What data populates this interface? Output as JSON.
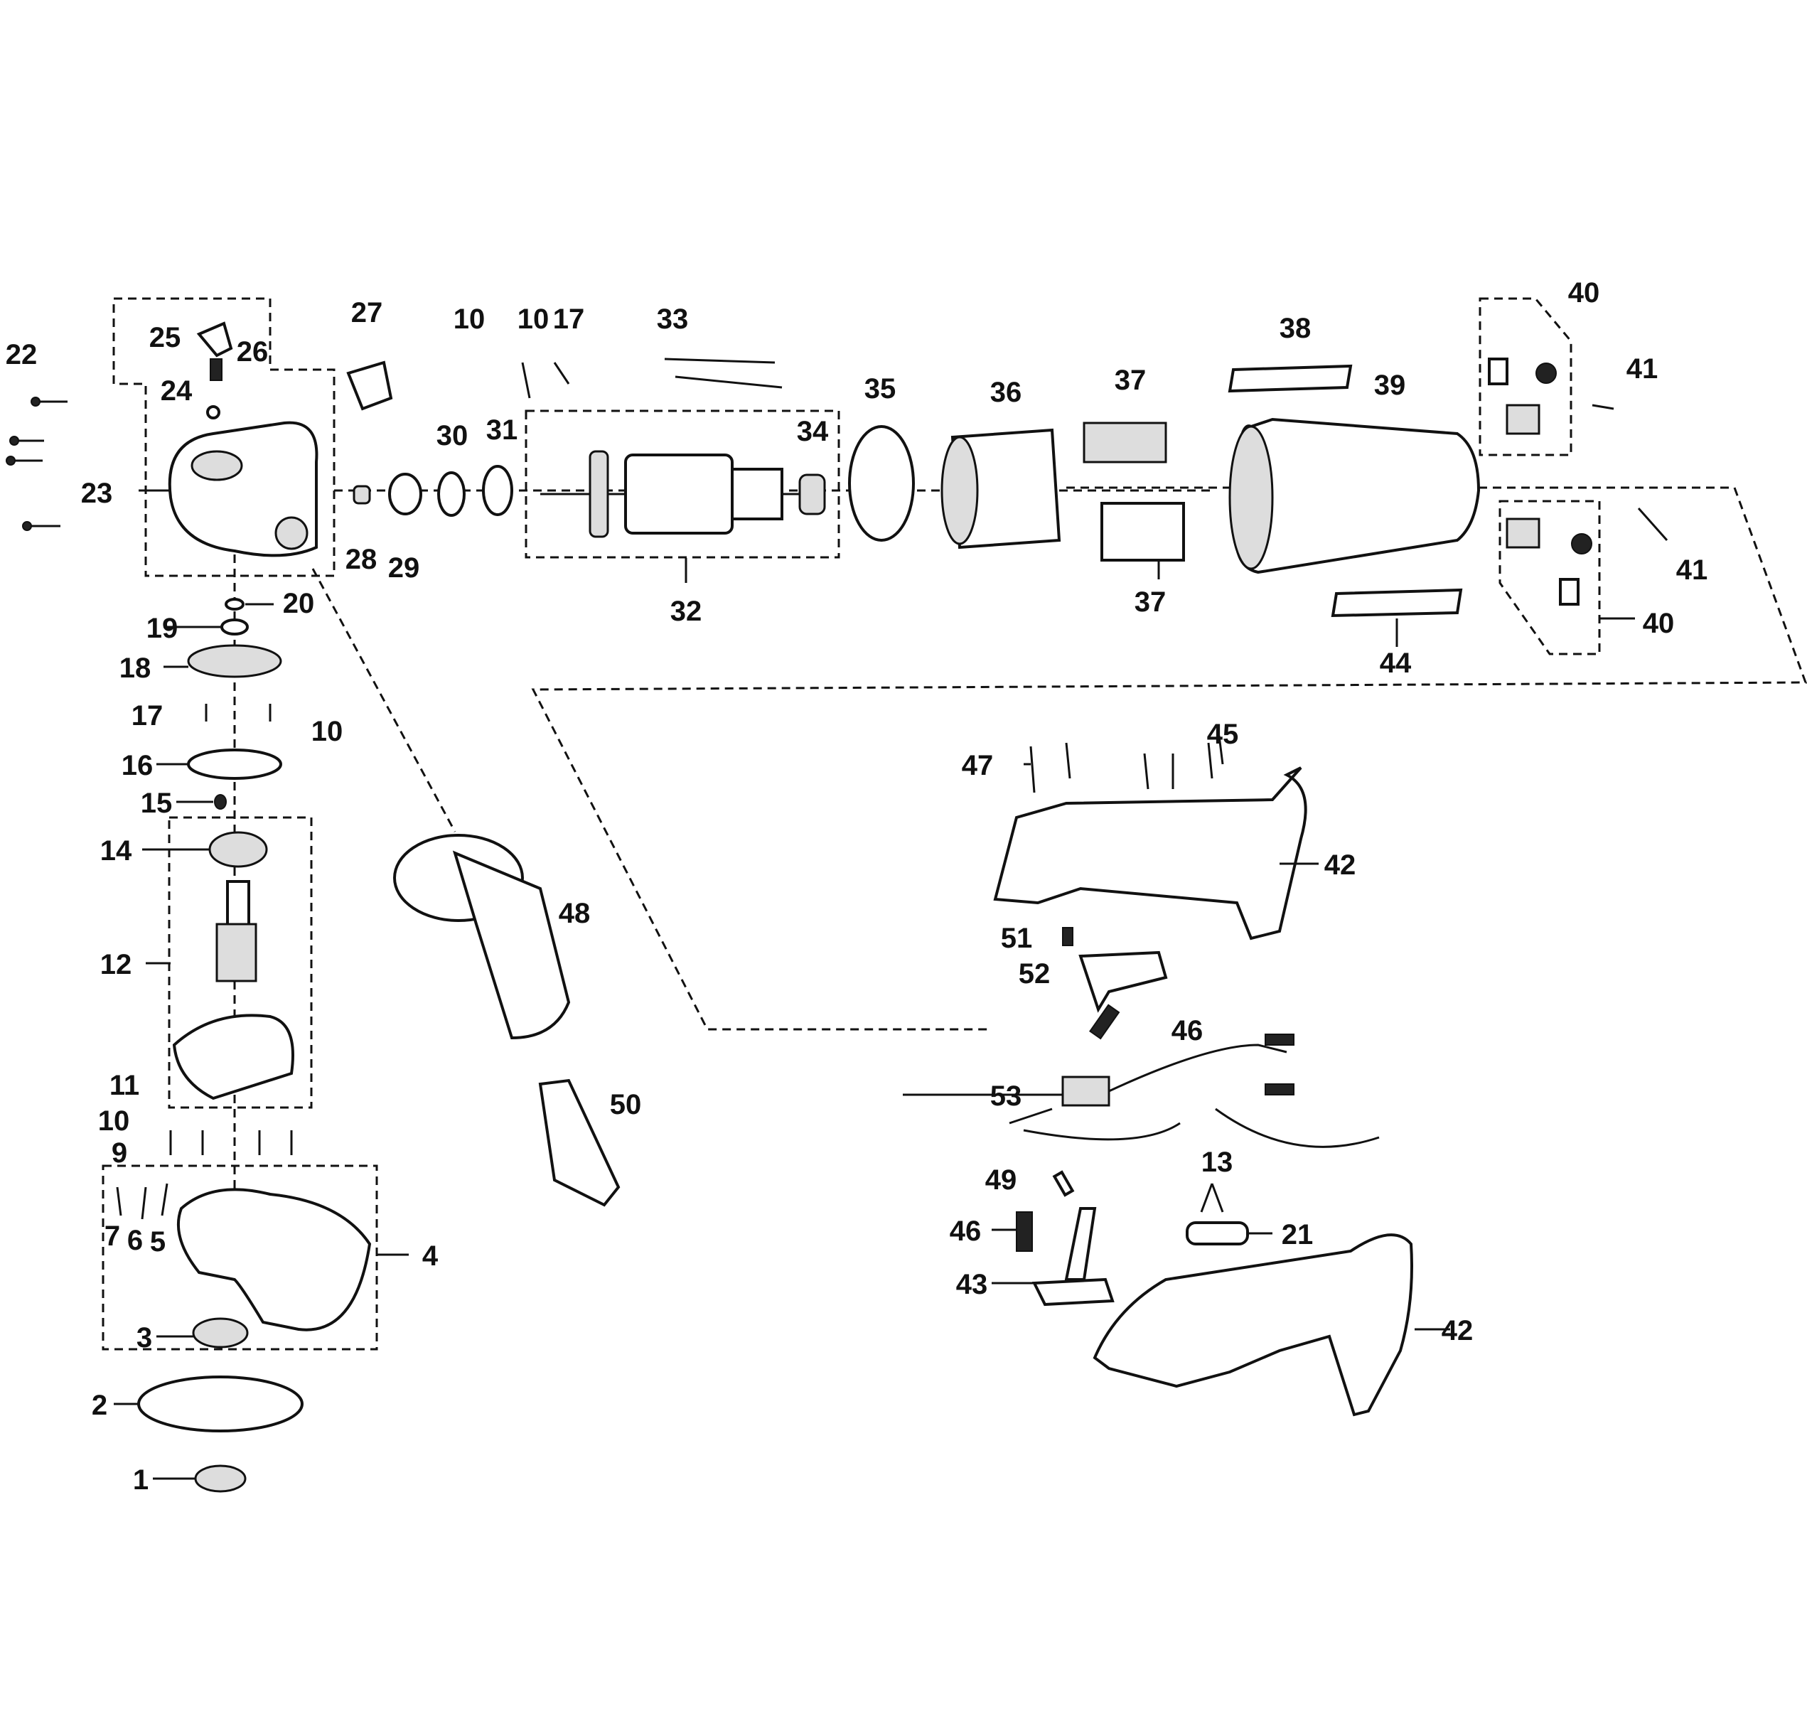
{
  "diagram": {
    "part_numbers": [
      "1",
      "2",
      "3",
      "4",
      "5",
      "6",
      "7",
      "9",
      "10",
      "10",
      "10",
      "10",
      "11",
      "12",
      "13",
      "14",
      "15",
      "16",
      "17",
      "17",
      "18",
      "19",
      "20",
      "21",
      "22",
      "23",
      "24",
      "25",
      "26",
      "27",
      "28",
      "29",
      "30",
      "31",
      "32",
      "33",
      "34",
      "35",
      "36",
      "37",
      "37",
      "38",
      "39",
      "40",
      "40",
      "41",
      "41",
      "42",
      "42",
      "43",
      "44",
      "45",
      "46",
      "46",
      "47",
      "48",
      "49",
      "50",
      "51",
      "52",
      "53"
    ]
  },
  "colors": {
    "ink": "#111111",
    "background": "#ffffff"
  }
}
